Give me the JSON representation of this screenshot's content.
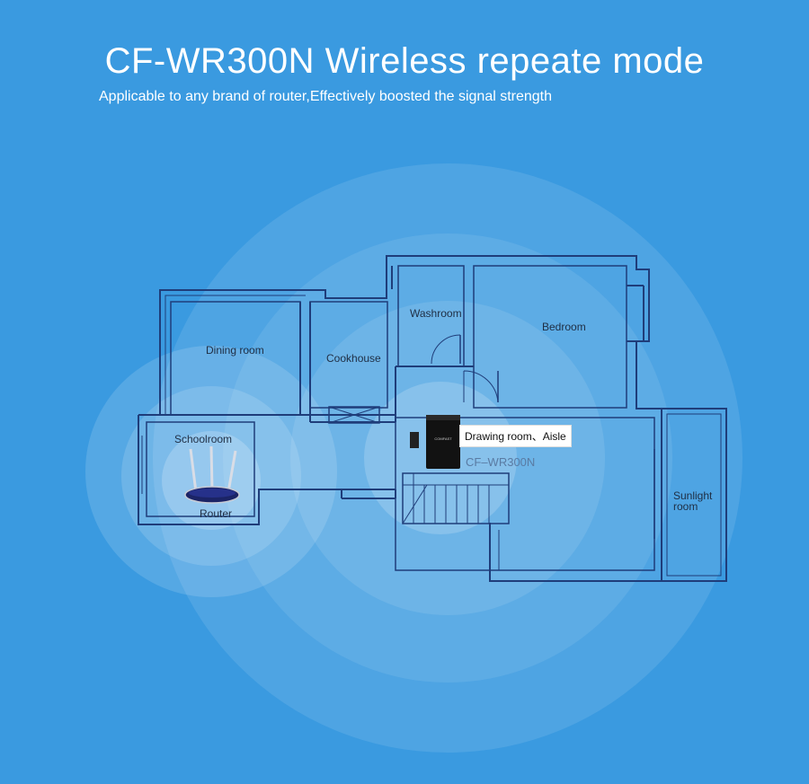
{
  "header": {
    "title": "CF-WR300N Wireless repeate mode",
    "subtitle": "Applicable to any brand of router,Effectively boosted the signal strength"
  },
  "rooms": {
    "washroom": "Washroom",
    "bedroom": "Bedroom",
    "dining_room": "Dining room",
    "cookhouse": "Cookhouse",
    "schoolroom": "Schoolroom",
    "router": "Router",
    "drawing_room": "Drawing room、Aisle",
    "sunlight_room_1": "Sunlight",
    "sunlight_room_2": "room"
  },
  "device": {
    "model_label": "CF–WR300N",
    "brand_text": "COMFAST"
  },
  "colors": {
    "background": "#3a9ae0",
    "wall_line": "#1f3d7a",
    "signal_ring": "#ffffff"
  }
}
